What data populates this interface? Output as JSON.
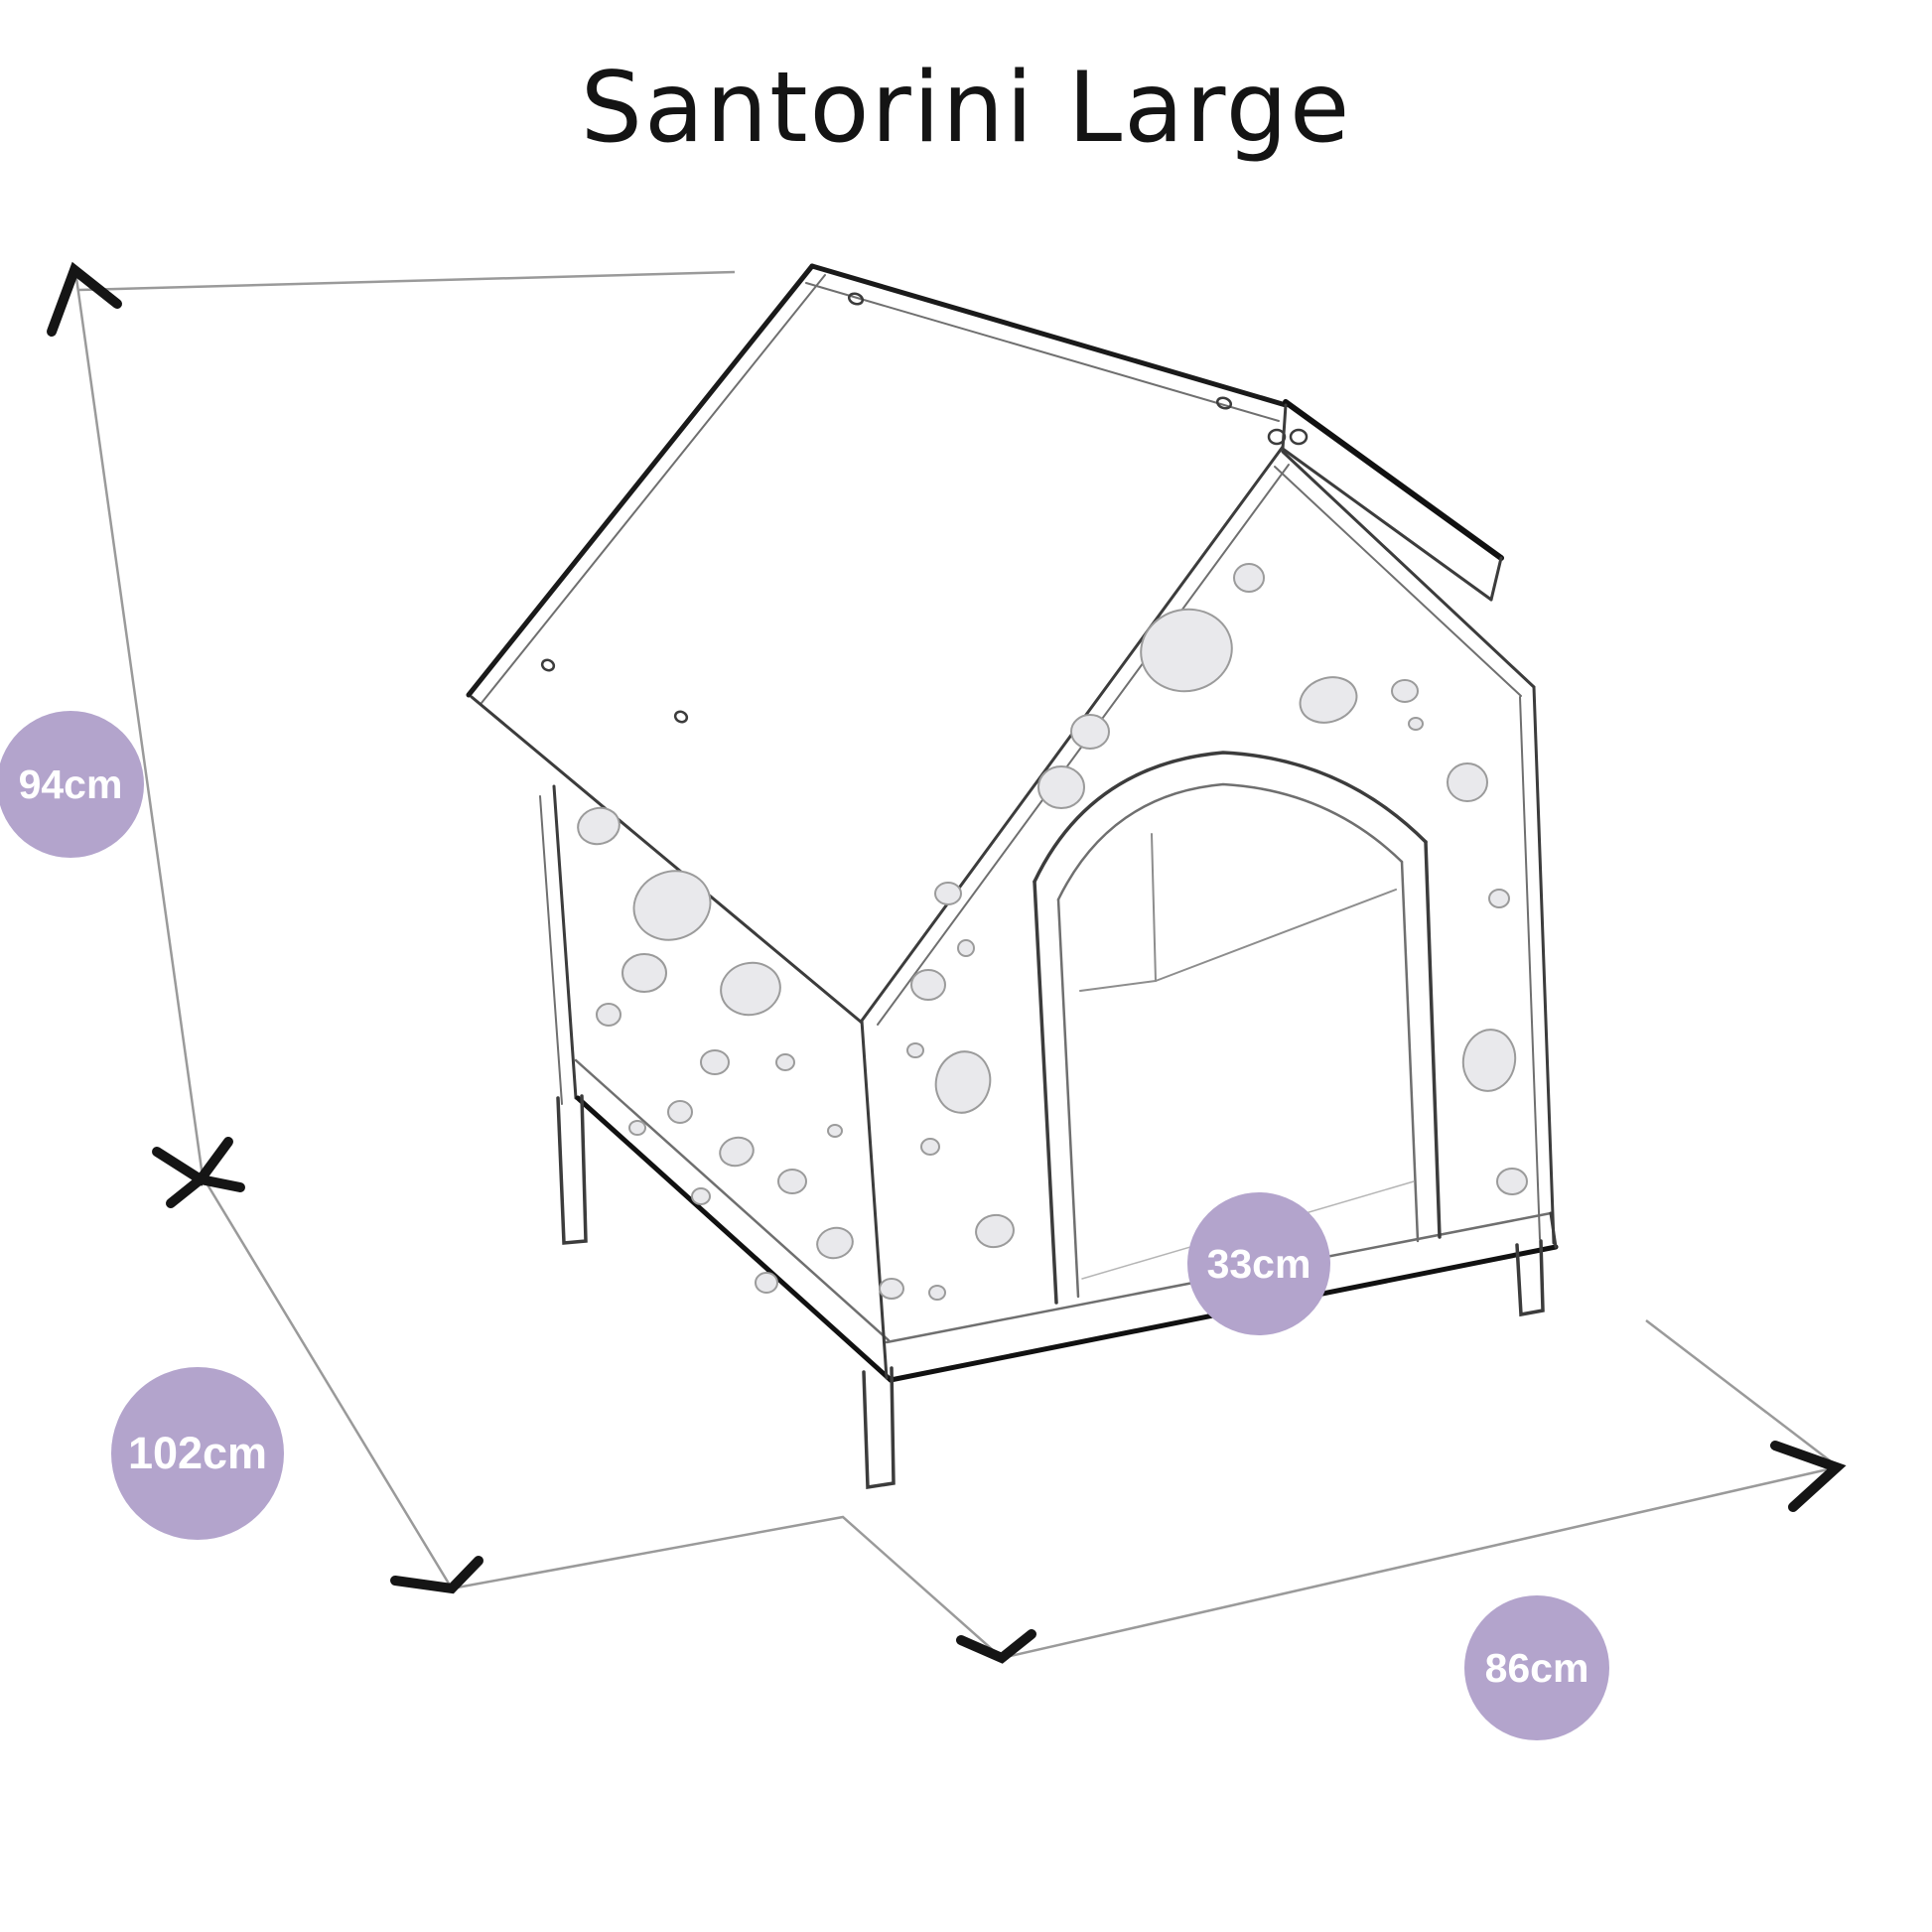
{
  "title": "Santorini Large",
  "badges": {
    "height": {
      "label": "94cm"
    },
    "depth": {
      "label": "102cm"
    },
    "door": {
      "label": "33cm"
    },
    "width": {
      "label": "86cm"
    }
  },
  "colors": {
    "badge": "#b3a4cc",
    "badge_text": "#ffffff",
    "outline_dark": "#1a1a1a",
    "outline_mid": "#3c3c3c",
    "outline_light": "#6f6f6f",
    "guide_line": "#9a9a9a",
    "spot_fill": "#e9e9ec",
    "spot_stroke": "#9b9b9b",
    "background": "#ffffff"
  }
}
